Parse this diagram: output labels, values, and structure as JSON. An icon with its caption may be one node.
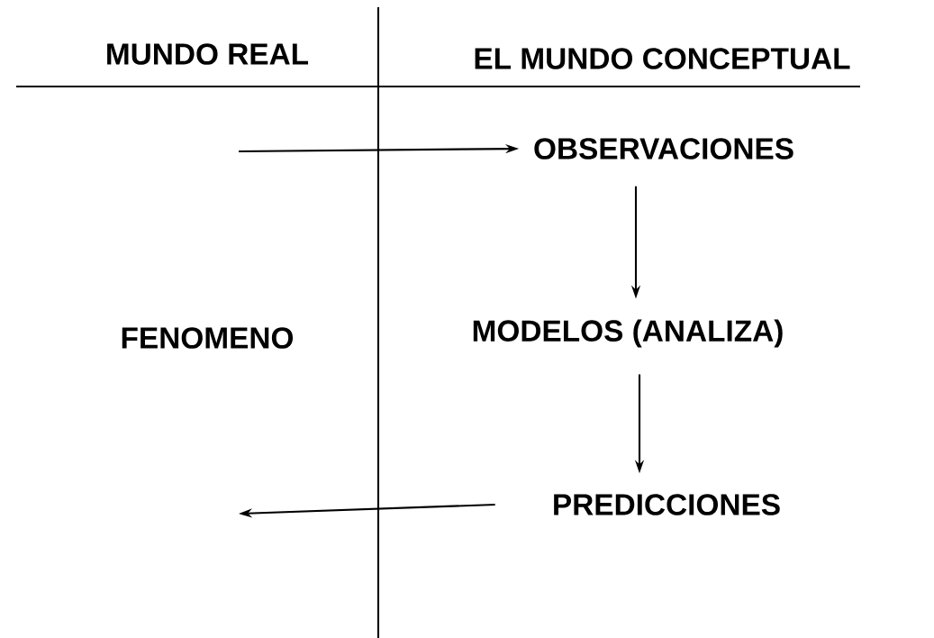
{
  "diagram": {
    "nodes": [
      {
        "text": [
          "OBSERVACIONES"
        ]
      },
      {
        "text": [
          "MODELOS (ANALIZA)"
        ]
      },
      {
        "text": [
          "PREDICCIONES"
        ]
      }
    ],
    "edges": [
      {
        "from": null,
        "to": 0,
        "arrow": "to"
      },
      {
        "from": 0,
        "to": 1,
        "arrow": "to"
      },
      {
        "from": 1,
        "to": 2,
        "arrow": "to"
      },
      {
        "from": 2,
        "to": null,
        "arrow": "to"
      }
    ],
    "labels": [
      "MUNDO REAL",
      "EL MUNDO CONCEPTUAL",
      "FENOMENO"
    ]
  }
}
